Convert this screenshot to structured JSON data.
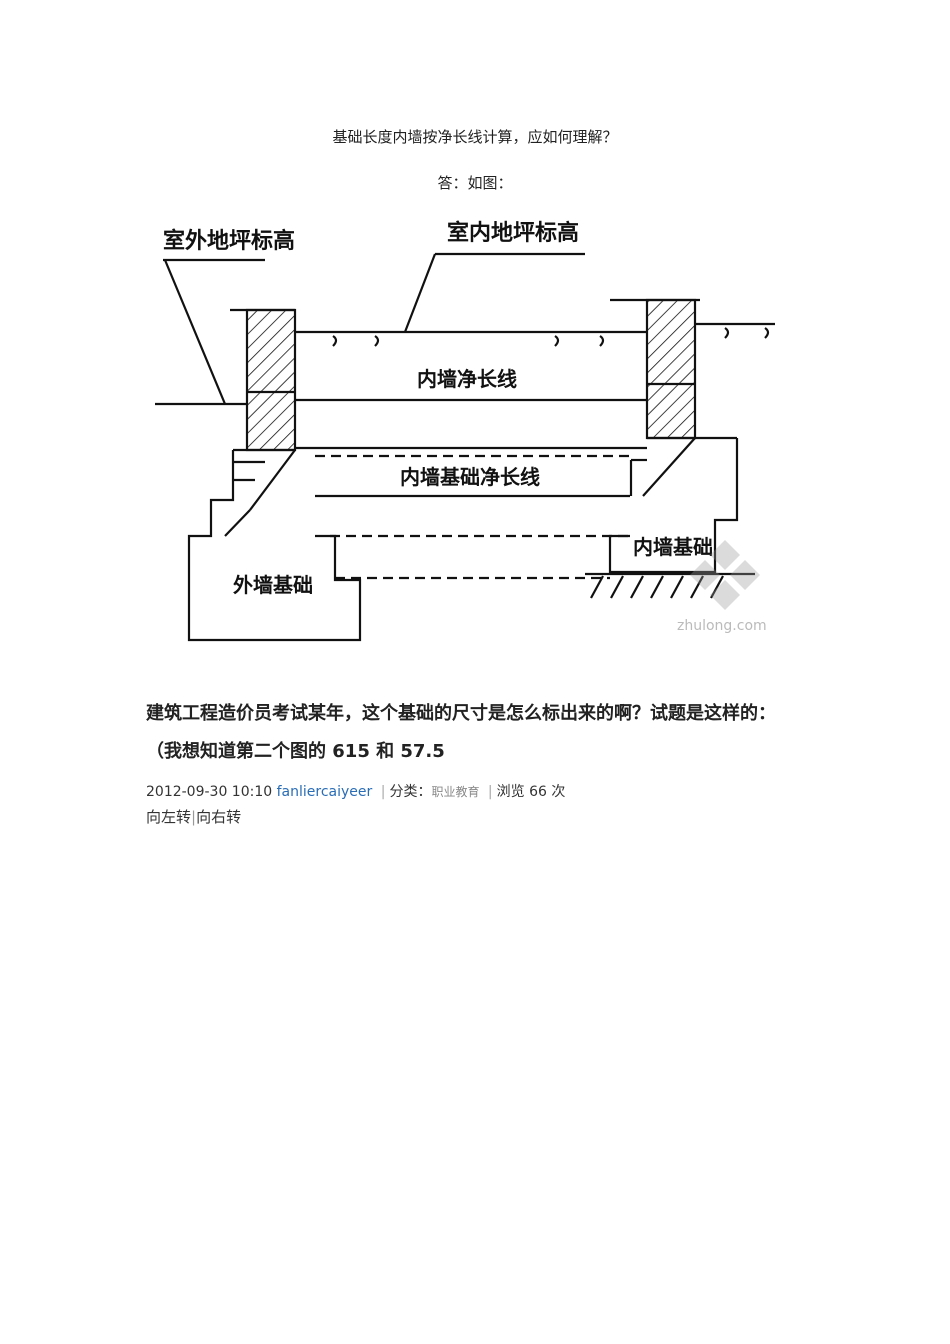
{
  "heading": "基础长度内墙按净长线计算，应如何理解？",
  "answer_label": "答：如图：",
  "diagram": {
    "label_outdoor_grade": "室外地坪标高",
    "label_indoor_grade": "室内地坪标高",
    "label_inner_wall_net_length": "内墙净长线",
    "label_inner_wall_foundation_net_length": "内墙基础净长线",
    "label_outer_wall_foundation": "外墙基础",
    "label_inner_wall_foundation": "内墙基础",
    "watermark": "zhulong.com"
  },
  "question": {
    "line1": "建筑工程造价员考试某年，这个基础的尺寸是怎么标出来的啊？试题是这样的：",
    "line2": "（我想知道第二个图的 615 和 57.5"
  },
  "meta": {
    "datetime": "2012-09-30 10:10",
    "user": "fanliercaiyeer",
    "category_label": "分类：",
    "category": "职业教育",
    "views": "浏览 66 次"
  },
  "rotate": {
    "left": "向左转",
    "right": "向右转"
  }
}
